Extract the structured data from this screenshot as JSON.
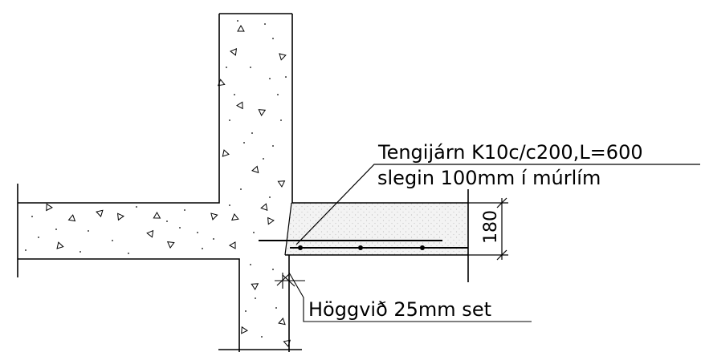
{
  "annotations": {
    "rebar_line1": "Tengijárn K10c/c200,L=600",
    "rebar_line2": "slegin 100mm í múrlím",
    "joint_note": "Höggvið 25mm set",
    "dimension": "180"
  }
}
